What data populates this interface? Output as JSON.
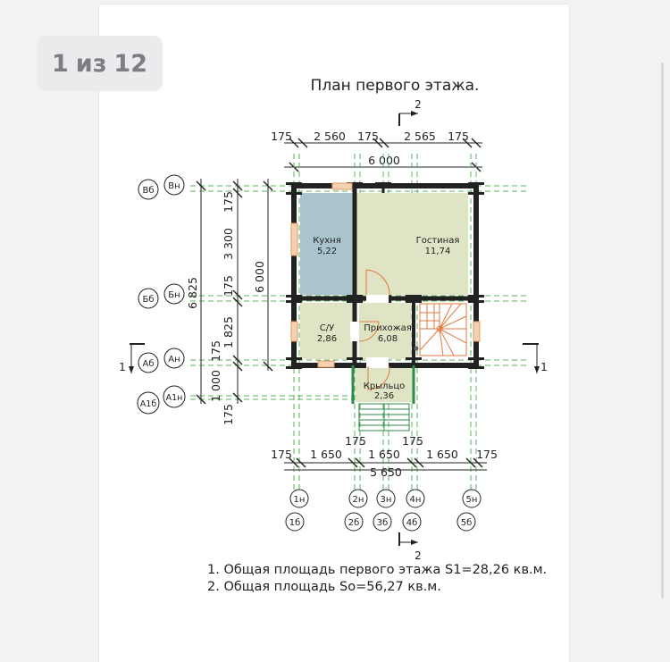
{
  "viewer": {
    "page_counter": {
      "current": "1",
      "separator": "из",
      "total": "12"
    }
  },
  "drawing": {
    "title": "План первого этажа.",
    "section_mark": "2",
    "section_left": "1",
    "section_right": "1",
    "top_dims": {
      "d1": "175",
      "d2": "2 560",
      "d3": "175",
      "d4": "2 565",
      "d5": "175",
      "total": "6 000"
    },
    "bottom_dims": {
      "d1": "175",
      "d2": "1 650",
      "d3": "175",
      "d4": "1 650",
      "d5": "175",
      "d6": "1 650",
      "d7": "175",
      "total": "5 650"
    },
    "left_dims": {
      "total": "6 825",
      "d1": "175",
      "d2": "3 300",
      "d3": "175",
      "d4": "1 825",
      "d5": "175",
      "d6": "1 000",
      "d7": "175",
      "inner": "6 000"
    },
    "axes_left": [
      {
        "outer": "Вб",
        "inner": "Вн"
      },
      {
        "outer": "Бб",
        "inner": "Бн"
      },
      {
        "outer": "Аб",
        "inner": "Ан"
      },
      {
        "outer": "А1б",
        "inner": "А1н"
      }
    ],
    "axes_bottom": [
      {
        "top": "1н",
        "bottom": "1б"
      },
      {
        "top": "2н",
        "bottom": "2б"
      },
      {
        "top": "3н",
        "bottom": "3б"
      },
      {
        "top": "4н",
        "bottom": "4б"
      },
      {
        "top": "5н",
        "bottom": "5б"
      }
    ],
    "rooms": {
      "kitchen": {
        "name": "Кухня",
        "area": "5,22"
      },
      "living": {
        "name": "Гостиная",
        "area": "11,74"
      },
      "bathroom": {
        "name": "С/У",
        "area": "2,86"
      },
      "hall": {
        "name": "Прихожая",
        "area": "6,08"
      },
      "porch": {
        "name": "Крыльцо",
        "area": "2,36"
      }
    },
    "notes": [
      "1. Общая площадь первого этажа S1=28,26 кв.м.",
      "2. Общая площадь So=56,27 кв.м."
    ]
  }
}
